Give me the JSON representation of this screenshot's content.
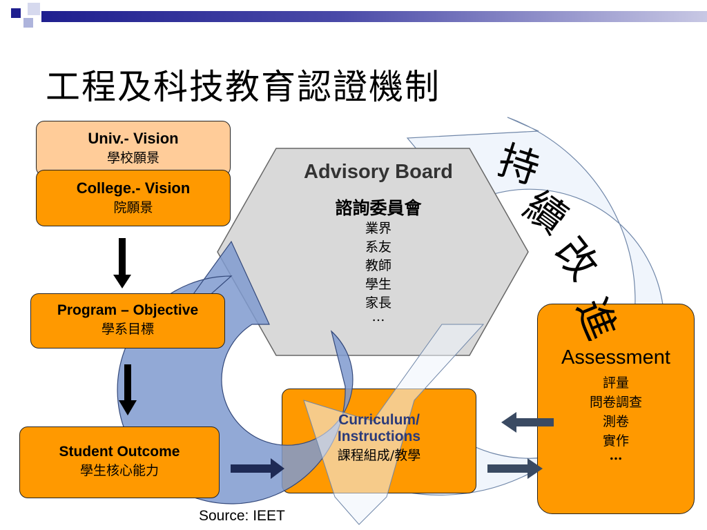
{
  "title": "工程及科技教育認證機制",
  "colors": {
    "orange": "#FF9900",
    "peach": "#FFCC99",
    "blue_arrow": "#8FA7D6",
    "hexagon": "#D9D9D9",
    "header_navy": "#1F1F8F"
  },
  "left_boxes": {
    "univ": {
      "en": "Univ.- Vision",
      "zh": "學校願景"
    },
    "college": {
      "en": "College.- Vision",
      "zh": "院願景"
    },
    "program": {
      "en": "Program – Objective",
      "zh": "學系目標"
    },
    "student": {
      "en": "Student Outcome",
      "zh": "學生核心能力"
    }
  },
  "advisory": {
    "title": "Advisory Board",
    "zh": "諮詢委員會",
    "members": [
      "業界",
      "系友",
      "教師",
      "學生",
      "家長",
      "…"
    ]
  },
  "curriculum": {
    "en1": "Curriculum/",
    "en2": "Instructions",
    "zh": "課程組成/教學"
  },
  "assessment": {
    "title": "Assessment",
    "items": [
      "評量",
      "問卷調查",
      "測卷",
      "實作",
      "…"
    ]
  },
  "continuous_improvement": [
    "持",
    "續",
    "改",
    "進"
  ],
  "source": "Source: IEET"
}
